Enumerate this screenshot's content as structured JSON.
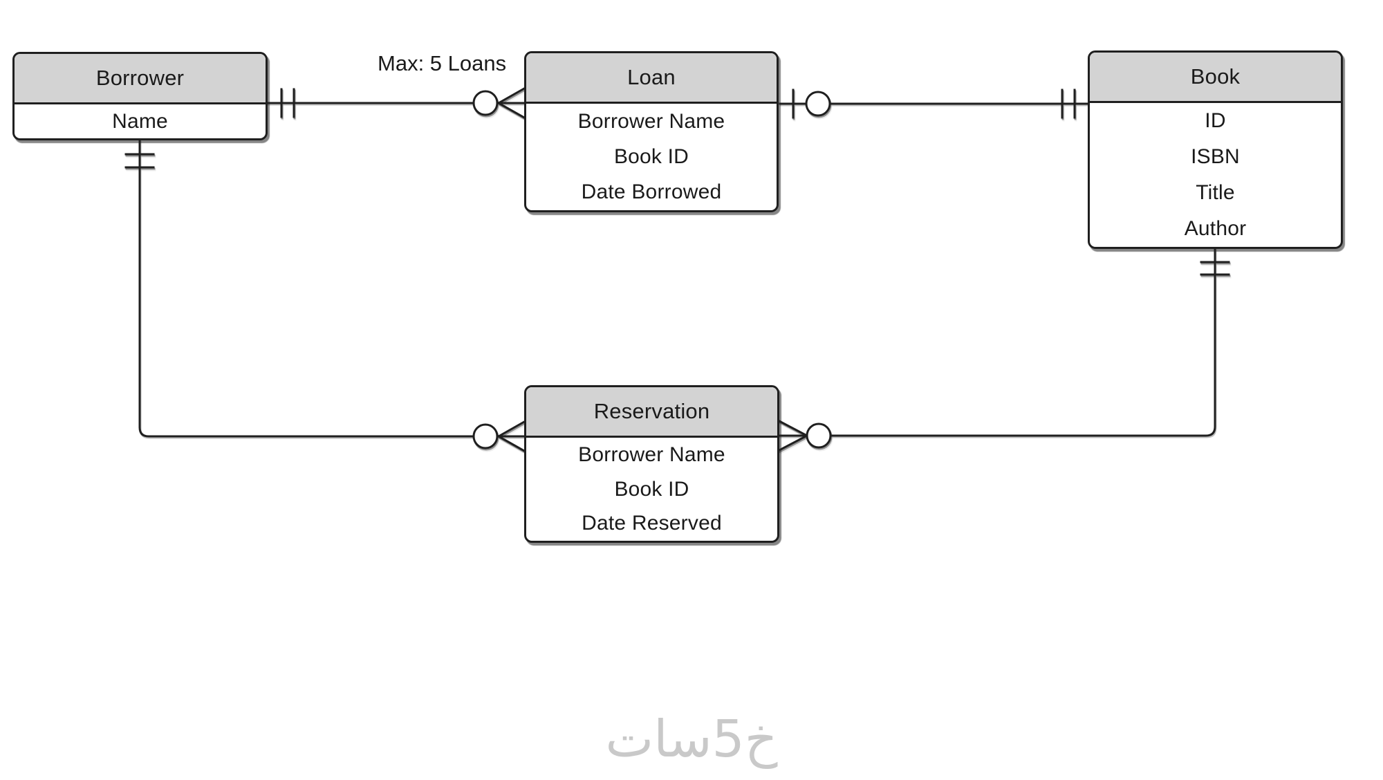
{
  "diagram": {
    "type": "entity-relationship",
    "background": "#ffffff"
  },
  "colors": {
    "entity_header_fill": "#d3d3d3",
    "entity_body_fill": "#ffffff",
    "border": "#1f1f1f",
    "connector_line": "#1f1f1f",
    "text": "#1a1a1a",
    "watermark": "#c9c9c9"
  },
  "entities": [
    {
      "title": "Borrower",
      "attributes": [
        "Name"
      ]
    },
    {
      "title": "Loan",
      "attributes": [
        "Borrower Name",
        "Book ID",
        "Date Borrowed"
      ]
    },
    {
      "title": "Book",
      "attributes": [
        "ID",
        "ISBN",
        "Title",
        "Author"
      ]
    },
    {
      "title": "Reservation",
      "attributes": [
        "Borrower Name",
        "Book ID",
        "Date Reserved"
      ]
    }
  ],
  "relationships": [
    {
      "from": "Borrower",
      "to": "Loan",
      "from_cardinality": "one-and-only-one",
      "to_cardinality": "zero-or-many",
      "label": "Max: 5 Loans"
    },
    {
      "from": "Loan",
      "to": "Book",
      "from_cardinality": "zero-or-one",
      "to_cardinality": "one-and-only-one",
      "label": ""
    },
    {
      "from": "Borrower",
      "to": "Reservation",
      "from_cardinality": "one-and-only-one",
      "to_cardinality": "zero-or-many",
      "label": ""
    },
    {
      "from": "Reservation",
      "to": "Book",
      "from_cardinality": "zero-or-many",
      "to_cardinality": "one-and-only-one",
      "label": ""
    }
  ],
  "annotation": {
    "text": "Max: 5 Loans"
  },
  "watermark": {
    "text": "خ5سات"
  }
}
